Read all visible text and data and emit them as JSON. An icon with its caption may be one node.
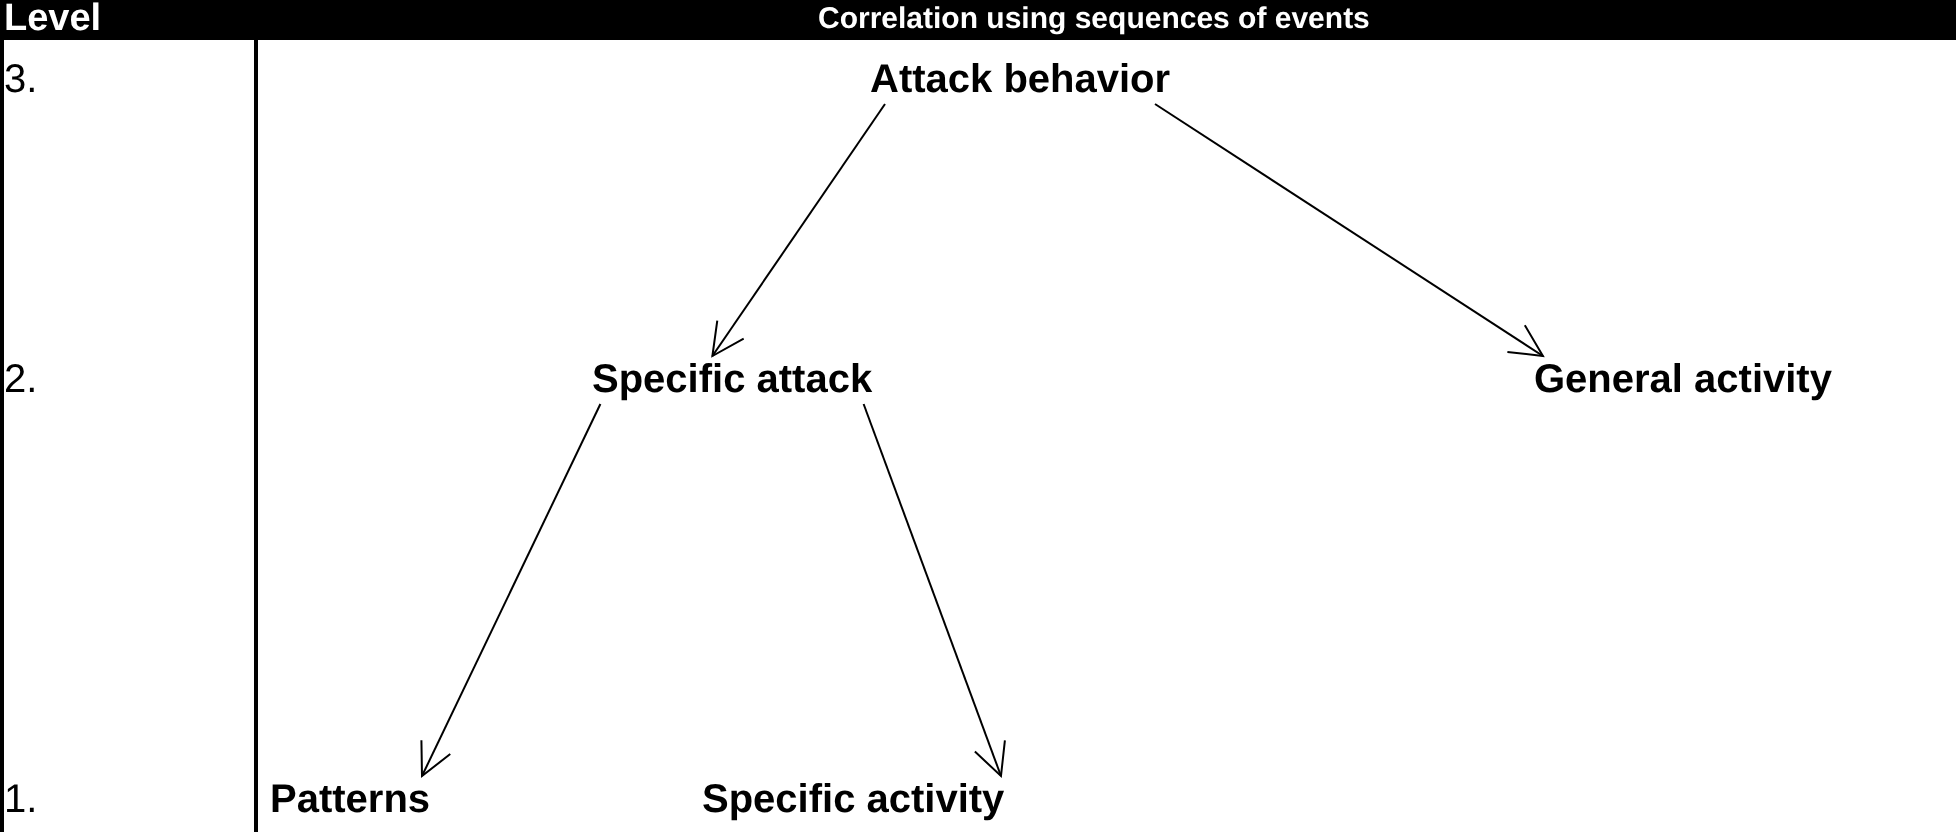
{
  "diagram": {
    "title": "Correlation using sequences of events",
    "nodes": [
      {
        "text": [
          "Attack behavior"
        ]
      },
      {
        "text": [
          "Specific attack"
        ]
      },
      {
        "text": [
          "General activity"
        ]
      },
      {
        "text": [
          "Patterns"
        ]
      },
      {
        "text": [
          "Specific activity"
        ]
      }
    ],
    "edges": [
      {
        "from": 0,
        "to": 1,
        "arrow": "to"
      },
      {
        "from": 0,
        "to": 2,
        "arrow": "to"
      },
      {
        "from": 1,
        "to": 3,
        "arrow": "to"
      },
      {
        "from": 1,
        "to": 4,
        "arrow": "to"
      }
    ],
    "labels": [
      "Level",
      "3.",
      "2.",
      "1."
    ]
  }
}
